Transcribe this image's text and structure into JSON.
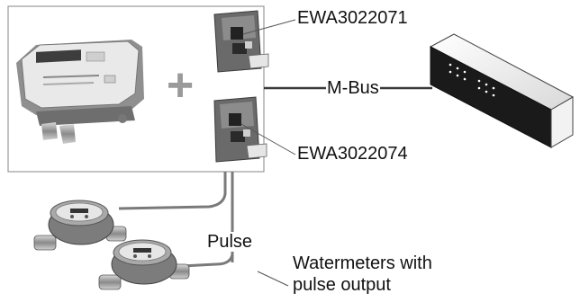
{
  "labels": {
    "module_top": "EWA3022071",
    "module_bottom": "EWA3022074",
    "bus": "M-Bus",
    "pulse": "Pulse",
    "watermeters_line1": "Watermeters with",
    "watermeters_line2": "pulse output"
  },
  "symbols": {
    "plus": "+"
  },
  "icons": {
    "heat_meter": "heat-meter-device",
    "module_top": "circuit-board",
    "module_bottom": "circuit-board",
    "central_unit": "m-bus-master-box",
    "water_meter_1": "water-meter",
    "water_meter_2": "water-meter"
  },
  "colors": {
    "line": "#555555",
    "frame": "#9a9a9a"
  }
}
